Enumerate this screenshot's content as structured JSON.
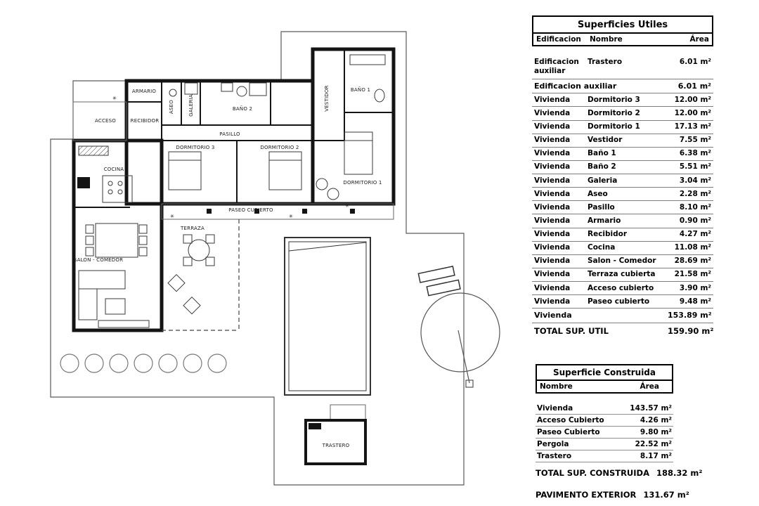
{
  "colors": {
    "ink": "#141414",
    "paper": "#ffffff",
    "thin_line": "#5a5a5a"
  },
  "plan": {
    "labels": {
      "armario": "ARMARIO",
      "aseo": "ASEO",
      "galeria": "GALERIA",
      "bano2": "BAÑO 2",
      "bano1": "BAÑO 1",
      "vestidor": "VESTIDOR",
      "acceso": "ACCESO",
      "recibidor": "RECIBIDOR",
      "pasillo": "PASILLO",
      "dormitorio3": "DORMITORIO 3",
      "dormitorio2": "DORMITORIO 2",
      "dormitorio1": "DORMITORIO 1",
      "cocina": "COCINA",
      "paseo_cubierto": "PASEO CUBIERTO",
      "terraza": "TERRAZA",
      "salon_comedor": "SALON - COMEDOR",
      "trastero": "TRASTERO"
    }
  },
  "tables": {
    "utiles": {
      "title": "Superficies Utiles",
      "col_edificacion": "Edificacion",
      "col_nombre": "Nombre",
      "col_area": "Área",
      "first_row": {
        "edificacion": "Edificacion auxiliar",
        "nombre": "Trastero",
        "area": "6.01 m²"
      },
      "subtotal_aux": {
        "label": "Edificacion auxiliar",
        "area": "6.01 m²"
      },
      "vivienda_rows": [
        {
          "edificacion": "Vivienda",
          "nombre": "Dormitorio 3",
          "area": "12.00 m²"
        },
        {
          "edificacion": "Vivienda",
          "nombre": "Dormitorio 2",
          "area": "12.00 m²"
        },
        {
          "edificacion": "Vivienda",
          "nombre": "Dormitorio 1",
          "area": "17.13 m²"
        },
        {
          "edificacion": "Vivienda",
          "nombre": "Vestidor",
          "area": "7.55 m²"
        },
        {
          "edificacion": "Vivienda",
          "nombre": "Baño 1",
          "area": "6.38 m²"
        },
        {
          "edificacion": "Vivienda",
          "nombre": "Baño 2",
          "area": "5.51 m²"
        },
        {
          "edificacion": "Vivienda",
          "nombre": "Galeria",
          "area": "3.04 m²"
        },
        {
          "edificacion": "Vivienda",
          "nombre": "Aseo",
          "area": "2.28 m²"
        },
        {
          "edificacion": "Vivienda",
          "nombre": "Pasillo",
          "area": "8.10 m²"
        },
        {
          "edificacion": "Vivienda",
          "nombre": "Armario",
          "area": "0.90 m²"
        },
        {
          "edificacion": "Vivienda",
          "nombre": "Recibidor",
          "area": "4.27 m²"
        },
        {
          "edificacion": "Vivienda",
          "nombre": "Cocina",
          "area": "11.08 m²"
        },
        {
          "edificacion": "Vivienda",
          "nombre": "Salon - Comedor",
          "area": "28.69 m²"
        },
        {
          "edificacion": "Vivienda",
          "nombre": "Terraza cubierta",
          "area": "21.58 m²"
        },
        {
          "edificacion": "Vivienda",
          "nombre": "Acceso cubierto",
          "area": "3.90 m²"
        },
        {
          "edificacion": "Vivienda",
          "nombre": "Paseo cubierto",
          "area": "9.48 m²"
        }
      ],
      "subtotal_vivienda": {
        "label": "Vivienda",
        "area": "153.89 m²"
      },
      "total": {
        "label": "TOTAL SUP. UTIL",
        "area": "159.90 m²"
      }
    },
    "construida": {
      "title": "Superficie Construida",
      "col_nombre": "Nombre",
      "col_area": "Área",
      "rows": [
        {
          "nombre": "Vivienda",
          "area": "143.57 m²"
        },
        {
          "nombre": "Acceso Cubierto",
          "area": "4.26 m²"
        },
        {
          "nombre": "Paseo Cubierto",
          "area": "9.80 m²"
        },
        {
          "nombre": "Pergola",
          "area": "22.52 m²"
        },
        {
          "nombre": "Trastero",
          "area": "8.17 m²"
        }
      ],
      "total": {
        "label": "TOTAL SUP. CONSTRUIDA",
        "area": "188.32 m²"
      }
    },
    "pavimento": {
      "label": "PAVIMENTO EXTERIOR",
      "area": "131.67 m²"
    }
  }
}
